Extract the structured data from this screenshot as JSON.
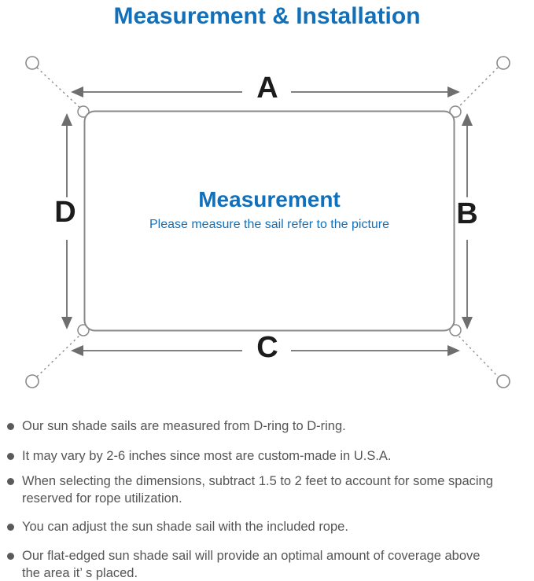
{
  "page": {
    "title": "Measurement & Installation"
  },
  "diagram": {
    "dimension_labels": {
      "top": "A",
      "right": "B",
      "bottom": "C",
      "left": "D"
    },
    "center": {
      "heading": "Measurement",
      "subheading": "Please measure the sail refer to the picture"
    },
    "colors": {
      "accent_blue": "#1170B9",
      "line_gray": "#8A8A8A",
      "arrow_gray": "#6E6E6E",
      "label_black": "#1C1C1C"
    }
  },
  "notes": {
    "items": [
      {
        "lines": [
          "Our sun shade sails are measured from D-ring to D-ring."
        ]
      },
      {
        "lines": [
          "It may vary by 2-6 inches since most are custom-made in U.S.A."
        ]
      },
      {
        "lines": [
          "When selecting the dimensions, subtract 1.5 to 2 feet to account for some spacing",
          "reserved for rope utilization."
        ]
      },
      {
        "lines": [
          "You can adjust the sun shade sail with the included rope."
        ]
      },
      {
        "lines": [
          "Our flat-edged sun shade sail will provide an optimal amount of coverage above",
          "the area it’ s placed."
        ]
      }
    ]
  }
}
